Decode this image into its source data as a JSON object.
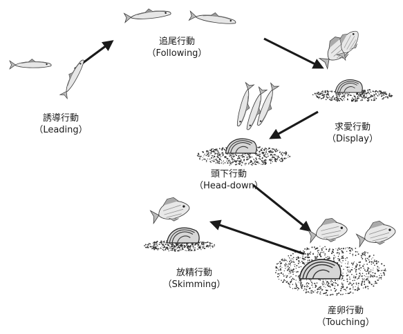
{
  "stages": [
    {
      "id": "leading",
      "jp": "誘導行動",
      "en": "（Leading）"
    },
    {
      "id": "following",
      "jp": "追尾行動",
      "en": "（Following）"
    },
    {
      "id": "display",
      "jp": "求愛行動",
      "en": "（Display）"
    },
    {
      "id": "headdown",
      "jp": "頭下行動",
      "en": "（Head-down）"
    },
    {
      "id": "touching",
      "jp": "産卵行動",
      "en": "（Touching）"
    },
    {
      "id": "skimming",
      "jp": "放精行動",
      "en": "（Skimming）"
    }
  ],
  "sequence": [
    "leading",
    "following",
    "display",
    "headdown",
    "touching",
    "skimming"
  ],
  "colors": {
    "ink": "#1a1a1a",
    "fish_body": "#e8e8e8",
    "fish_shade": "#777777",
    "ground": "#333333"
  }
}
